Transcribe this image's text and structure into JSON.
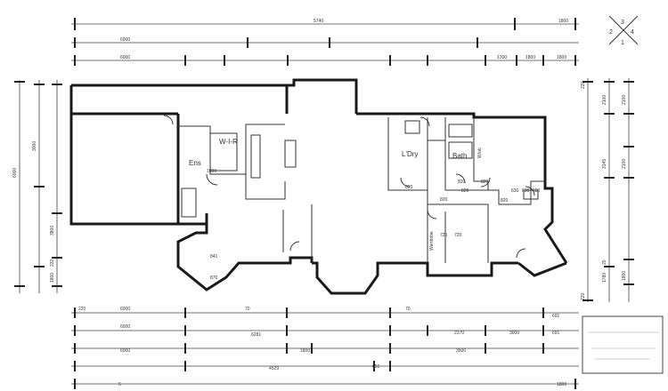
{
  "compass": {
    "n1": "3",
    "n2": "2",
    "n3": "4",
    "n4": "1"
  },
  "top_dims": {
    "row1_a": "5740",
    "row1_b": "1800",
    "row2_a": "6000",
    "row3_a": "6000",
    "row3_b": "1700",
    "row3_c": "1800",
    "row3_d": "1800"
  },
  "bottom_dims": {
    "row1_a": "220",
    "row1_b": "6000",
    "row1_c": "70",
    "row1_d": "70",
    "row1_e": "691",
    "row2_a": "6000",
    "row2_b": "6281",
    "row2_c": "2270",
    "row2_d": "3000",
    "row2_e": "691",
    "row3_a": "6000",
    "row3_b": "1800",
    "row3_c": "3500",
    "row4_a": "4529",
    "row4_b": "651",
    "row5_a": "6",
    "row5_b": "1800"
  },
  "left_dims": {
    "a": "6000",
    "b": "3000",
    "c": "3800",
    "d": "220",
    "e": "1800"
  },
  "right_dims": {
    "a": "220",
    "b": "2100",
    "c": "2100",
    "d": "3145",
    "e": "2100",
    "f": "1780",
    "g": "20",
    "h": "1800",
    "i": "220"
  },
  "rooms": {
    "ens": "Ens",
    "wir": "W-I-R",
    "ldry": "L'Dry",
    "bath": "Bath",
    "wob": "W/ob",
    "wardrobe": "Wardrobe"
  },
  "door_tags": {
    "d1": "1000",
    "d2": "820",
    "d3": "820",
    "d4": "820",
    "d5": "820",
    "d6": "820",
    "d7": "630",
    "d8": "630",
    "d9": "630",
    "d10": "820",
    "d11": "841",
    "d12": "870",
    "d13": "720",
    "d14": "720"
  }
}
